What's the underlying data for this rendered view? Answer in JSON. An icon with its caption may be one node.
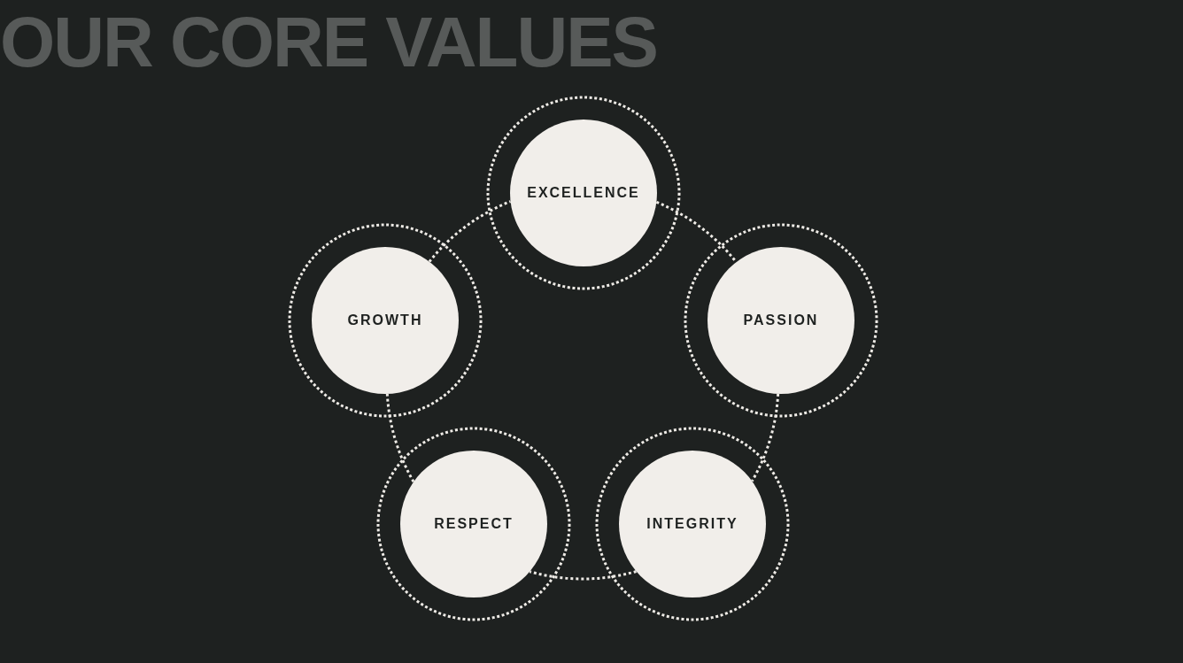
{
  "diagram": {
    "title": "OUR CORE VALUES",
    "nodes": [
      {
        "text": [
          "EXCELLENCE"
        ]
      },
      {
        "text": [
          "GROWTH"
        ]
      },
      {
        "text": [
          "PASSION"
        ]
      },
      {
        "text": [
          "RESPECT"
        ]
      },
      {
        "text": [
          "INTEGRITY"
        ]
      }
    ],
    "edges": [
      {
        "from": 0,
        "to": 2,
        "arrow": "none",
        "style": "dashed"
      },
      {
        "from": 2,
        "to": 4,
        "arrow": "none",
        "style": "dashed"
      },
      {
        "from": 4,
        "to": 3,
        "arrow": "none",
        "style": "dashed"
      },
      {
        "from": 3,
        "to": 1,
        "arrow": "none",
        "style": "dashed"
      },
      {
        "from": 1,
        "to": 0,
        "arrow": "none",
        "style": "dashed"
      }
    ]
  }
}
